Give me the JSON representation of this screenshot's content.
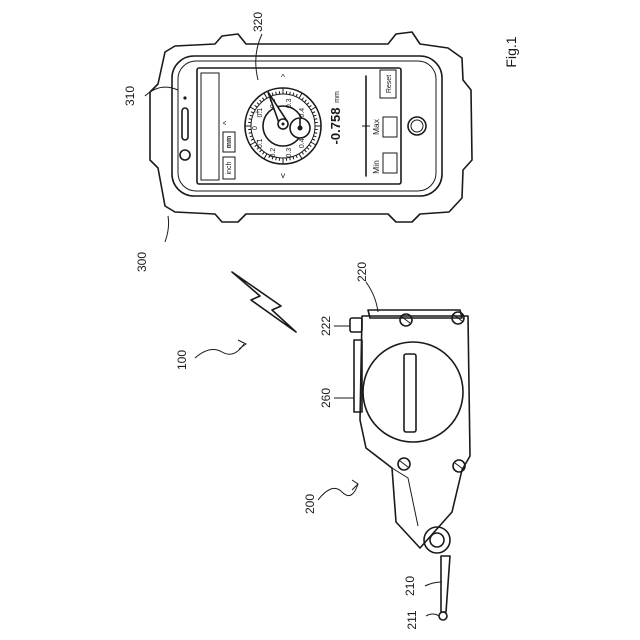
{
  "figure": {
    "title": "Fig.1"
  },
  "labels": {
    "system": "100",
    "gauge": "200",
    "probe": "210",
    "probe_tip": "211",
    "body": "220",
    "stem": "222",
    "battery_cover": "260",
    "terminal": "300",
    "phone": "310",
    "dial_display": "320"
  },
  "app": {
    "reset_label": "Reset",
    "max_label": "Max",
    "min_label": "Min",
    "unit_inch": "inch",
    "unit_mm": "mm",
    "reading": "-0.758",
    "reading_unit": "mm",
    "dial_ticks": [
      "0.5",
      "0.4",
      "0.3",
      "0.2",
      "0.1",
      "0",
      "0.1",
      "0.2",
      "0.3",
      "0.4"
    ],
    "plus_sign": "+",
    "minus_sign": "−",
    "arrow_up_glyph": "^",
    "arrow_down_glyph": "v"
  }
}
